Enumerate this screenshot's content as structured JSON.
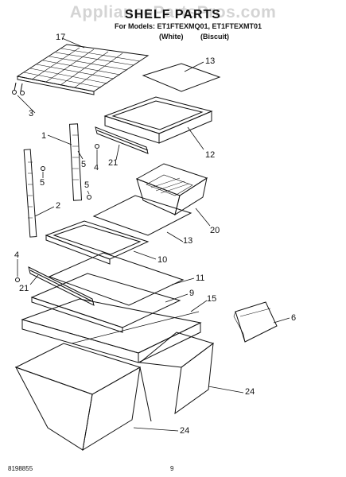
{
  "watermark": "AppliancePartsPros.com",
  "header": {
    "title": "SHELF PARTS",
    "models": "For Models: ET1FTEXMQ01, ET1FTEXMT01",
    "variant_white": "(White)",
    "variant_biscuit": "(Biscuit)"
  },
  "callouts": {
    "c17": "17",
    "c13a": "13",
    "c3": "3",
    "c12": "12",
    "c1": "1",
    "c5a": "5",
    "c4a": "4",
    "c21a": "21",
    "c5b": "5",
    "c5c": "5",
    "c20": "20",
    "c2": "2",
    "c13b": "13",
    "c10": "10",
    "c4b": "4",
    "c21b": "21",
    "c11": "11",
    "c9": "9",
    "c15": "15",
    "c6": "6",
    "c24a": "24",
    "c24b": "24"
  },
  "footer": {
    "doc_number": "8198855",
    "page_number": "9"
  }
}
